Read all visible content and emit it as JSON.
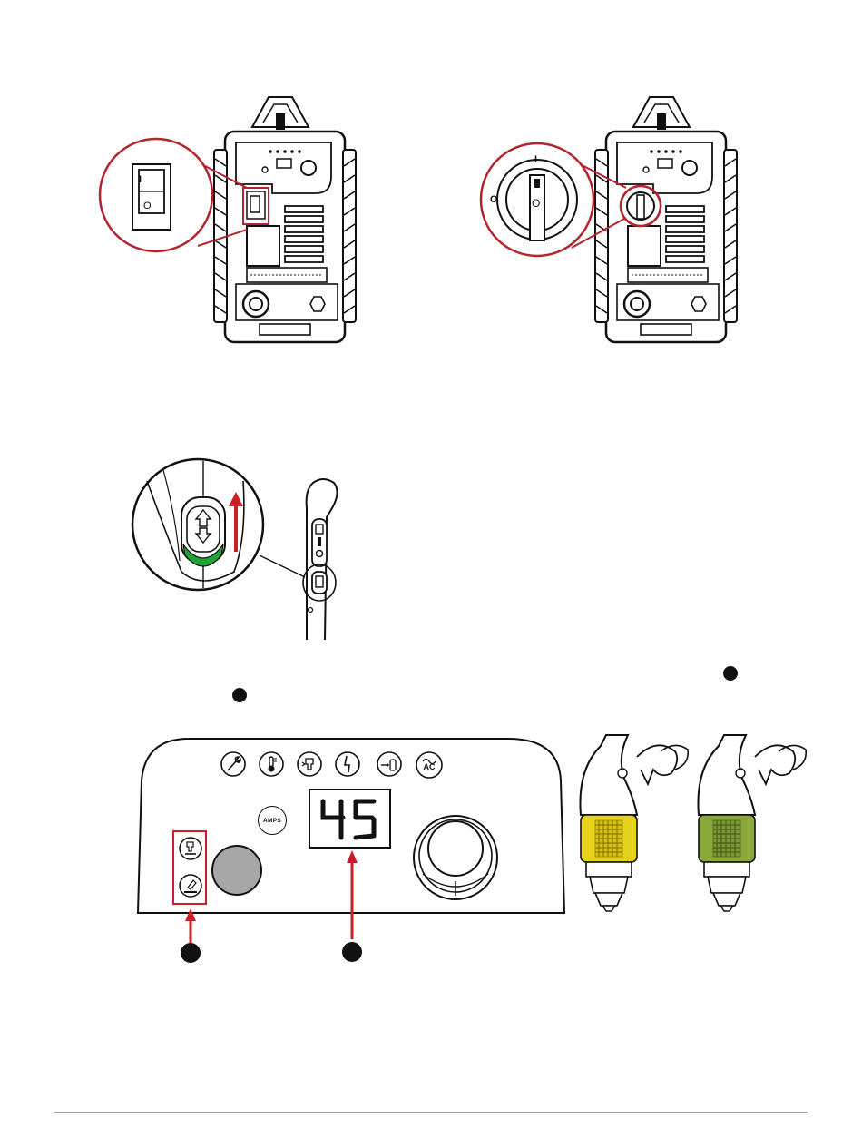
{
  "rocker_switch": {
    "on_mark": "I",
    "off_mark": "O"
  },
  "rotary_switch": {
    "on_mark": "I",
    "off_mark": "O"
  },
  "control_panel": {
    "amps_label": "AMPS",
    "display_value": "45",
    "ac_label": "AC",
    "status_icons": [
      "wrench-icon",
      "thermometer-icon",
      "consumable-icon",
      "power-fault-icon",
      "gas-pressure-icon",
      "ac-icon"
    ],
    "process_icons": [
      "cutting-mode-icon",
      "gouging-mode-icon"
    ]
  },
  "torch_cartridges": [
    {
      "color": "#e6d21a"
    },
    {
      "color": "#8aa83c"
    }
  ],
  "colors": {
    "callout_red": "#c8202a",
    "callout_outline": "#b4232e",
    "trigger_green": "#22a33a"
  }
}
